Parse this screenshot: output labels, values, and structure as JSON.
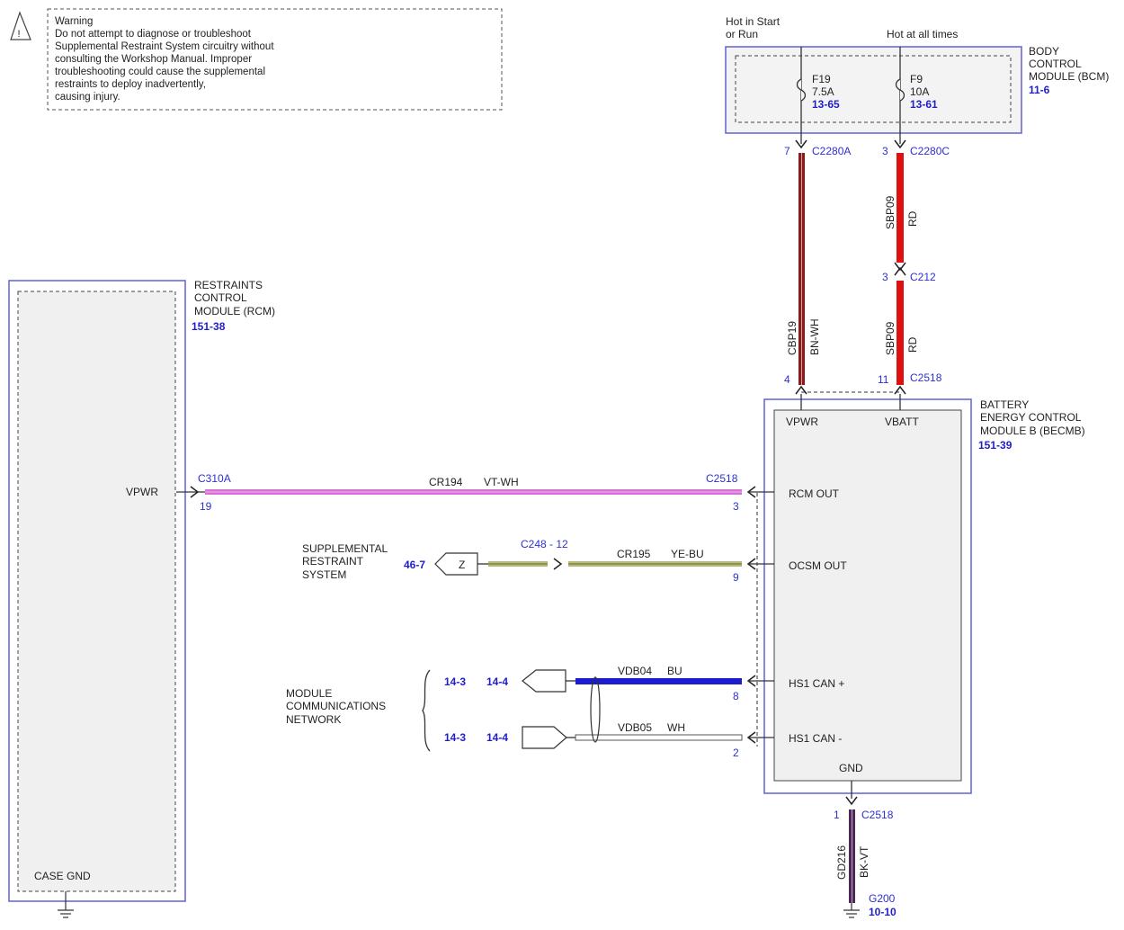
{
  "warning": {
    "lines": [
      "Warning",
      "Do not attempt to diagnose or troubleshoot",
      "Supplemental Restraint System circuitry without",
      "consulting the Workshop Manual. Improper",
      "troubleshooting could cause the supplemental",
      "restraints to deploy inadvertently,",
      "causing injury."
    ]
  },
  "power": {
    "hot_start_run": [
      "Hot in Start",
      "or Run"
    ],
    "hot_all_times": "Hot at all times"
  },
  "bcm": {
    "name_lines": [
      "BODY",
      "CONTROL",
      "MODULE (BCM)"
    ],
    "ref": "11-6",
    "fuses": [
      {
        "id": "F19",
        "rating": "7.5A",
        "ref": "13-65"
      },
      {
        "id": "F9",
        "rating": "10A",
        "ref": "13-61"
      }
    ]
  },
  "rcm": {
    "name_lines": [
      "RESTRAINTS",
      "CONTROL",
      "MODULE (RCM)"
    ],
    "ref": "151-38",
    "pin_label": "VPWR",
    "ground_label": "CASE GND",
    "connector": "C310A",
    "pin": "19"
  },
  "becmb": {
    "name_lines": [
      "BATTERY",
      "ENERGY CONTROL",
      "MODULE B (BECMB)"
    ],
    "ref": "151-39",
    "pins": {
      "vpwr": "VPWR",
      "vbatt": "VBATT",
      "rcm_out": "RCM OUT",
      "ocsm_out": "OCSM OUT",
      "can_plus": "HS1 CAN +",
      "can_minus": "HS1 CAN -",
      "gnd": "GND"
    }
  },
  "circuits": {
    "cbp19": {
      "circuit": "CBP19",
      "color": "BN-WH",
      "top_pin": "7",
      "top_conn": "C2280A",
      "bot_pin": "4",
      "wire_hex": "#8b1a1a"
    },
    "sbp09_upper": {
      "circuit": "SBP09",
      "color": "RD",
      "top_pin": "3",
      "top_conn": "C2280C",
      "wire_hex": "#e01010"
    },
    "sbp09_lower": {
      "circuit": "SBP09",
      "color": "RD",
      "top_pin": "3",
      "top_conn": "C212",
      "bot_pin": "11",
      "bot_conn": "C2518"
    },
    "cr194": {
      "circuit": "CR194",
      "color": "VT-WH",
      "end_conn": "C2518",
      "end_pin": "3",
      "wire_hex": "#d870d8"
    },
    "cr195": {
      "circuit": "CR195",
      "color": "YE-BU",
      "inline_conn": "C248 - 12",
      "end_pin": "9",
      "wire_hex": "#b5b97a"
    },
    "vdb04": {
      "circuit": "VDB04",
      "color": "BU",
      "end_pin": "8",
      "wire_hex": "#1c1ccf"
    },
    "vdb05": {
      "circuit": "VDB05",
      "color": "WH",
      "end_pin": "2"
    },
    "gd216": {
      "circuit": "GD216",
      "color": "BK-VT",
      "pin": "1",
      "conn": "C2518",
      "ground": "G200",
      "ground_ref": "10-10",
      "wire_hex": "#4a2a55"
    }
  },
  "srs": {
    "name_lines": [
      "SUPPLEMENTAL",
      "RESTRAINT",
      "SYSTEM"
    ],
    "ref": "46-7",
    "flag": "Z"
  },
  "mcn": {
    "name_lines": [
      "MODULE",
      "COMMUNICATIONS",
      "NETWORK"
    ],
    "refs_a": [
      "14-3",
      "14-4"
    ],
    "refs_b": [
      "14-3",
      "14-4"
    ]
  }
}
